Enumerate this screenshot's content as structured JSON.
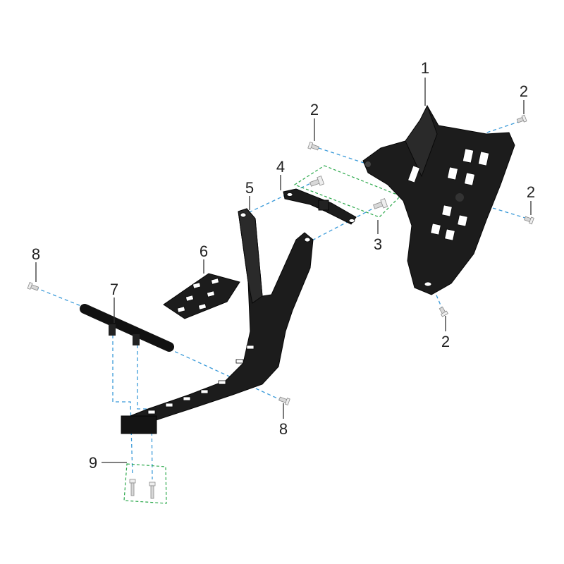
{
  "callouts": [
    {
      "id": "c1",
      "label": "1"
    },
    {
      "id": "c2a",
      "label": "2"
    },
    {
      "id": "c2b",
      "label": "2"
    },
    {
      "id": "c2c",
      "label": "2"
    },
    {
      "id": "c2d",
      "label": "2"
    },
    {
      "id": "c3",
      "label": "3"
    },
    {
      "id": "c4",
      "label": "4"
    },
    {
      "id": "c5",
      "label": "5"
    },
    {
      "id": "c6",
      "label": "6"
    },
    {
      "id": "c7",
      "label": "7"
    },
    {
      "id": "c8a",
      "label": "8"
    },
    {
      "id": "c8b",
      "label": "8"
    },
    {
      "id": "c9",
      "label": "9"
    }
  ],
  "colors": {
    "part_fill": "#1c1c1c",
    "alignment_line": "#3a9ad9",
    "group_box": "#2aa84a"
  }
}
